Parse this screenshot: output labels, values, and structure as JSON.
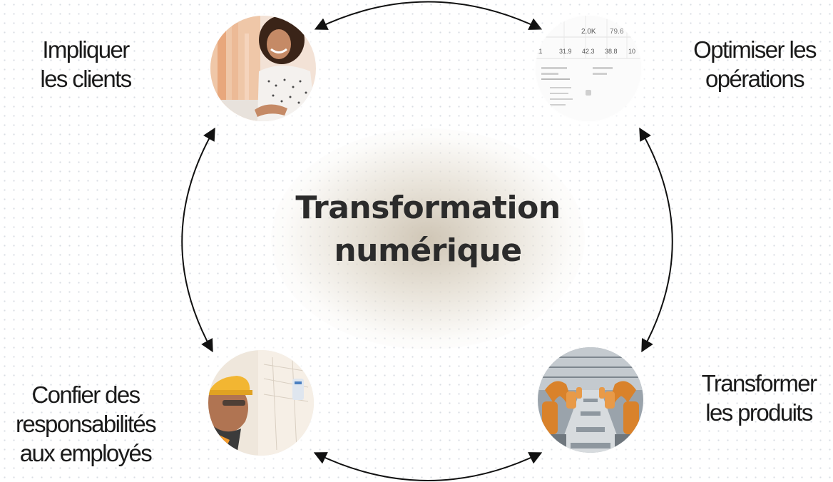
{
  "center": {
    "line1": "Transformation",
    "line2": "numérique"
  },
  "nodes": {
    "top_left": {
      "line1": "Impliquer",
      "line2": "les clients",
      "image": "smiling-woman-photo"
    },
    "top_right": {
      "line1": "Optimiser les",
      "line2": "opérations",
      "image": "analytics-dashboard-screenshot",
      "dashboard_values": {
        "top": [
          "2.0K",
          "79.6"
        ],
        "row": [
          ".1",
          "31.9",
          "42.3",
          "38.8",
          "10"
        ]
      }
    },
    "bottom_left": {
      "line1": "Confier des",
      "line2": "responsabilités",
      "line3": "aux employés",
      "image": "worker-hardhat-photo"
    },
    "bottom_right": {
      "line1": "Transformer",
      "line2": "les produits",
      "image": "robotic-assembly-line-photo"
    }
  },
  "colors": {
    "text": "#1a1a1a",
    "title": "#2b2b2b",
    "arrow": "#111111",
    "glow": "#cdc3b2",
    "robot_orange": "#d9822b",
    "hardhat_yellow": "#f2b632"
  }
}
